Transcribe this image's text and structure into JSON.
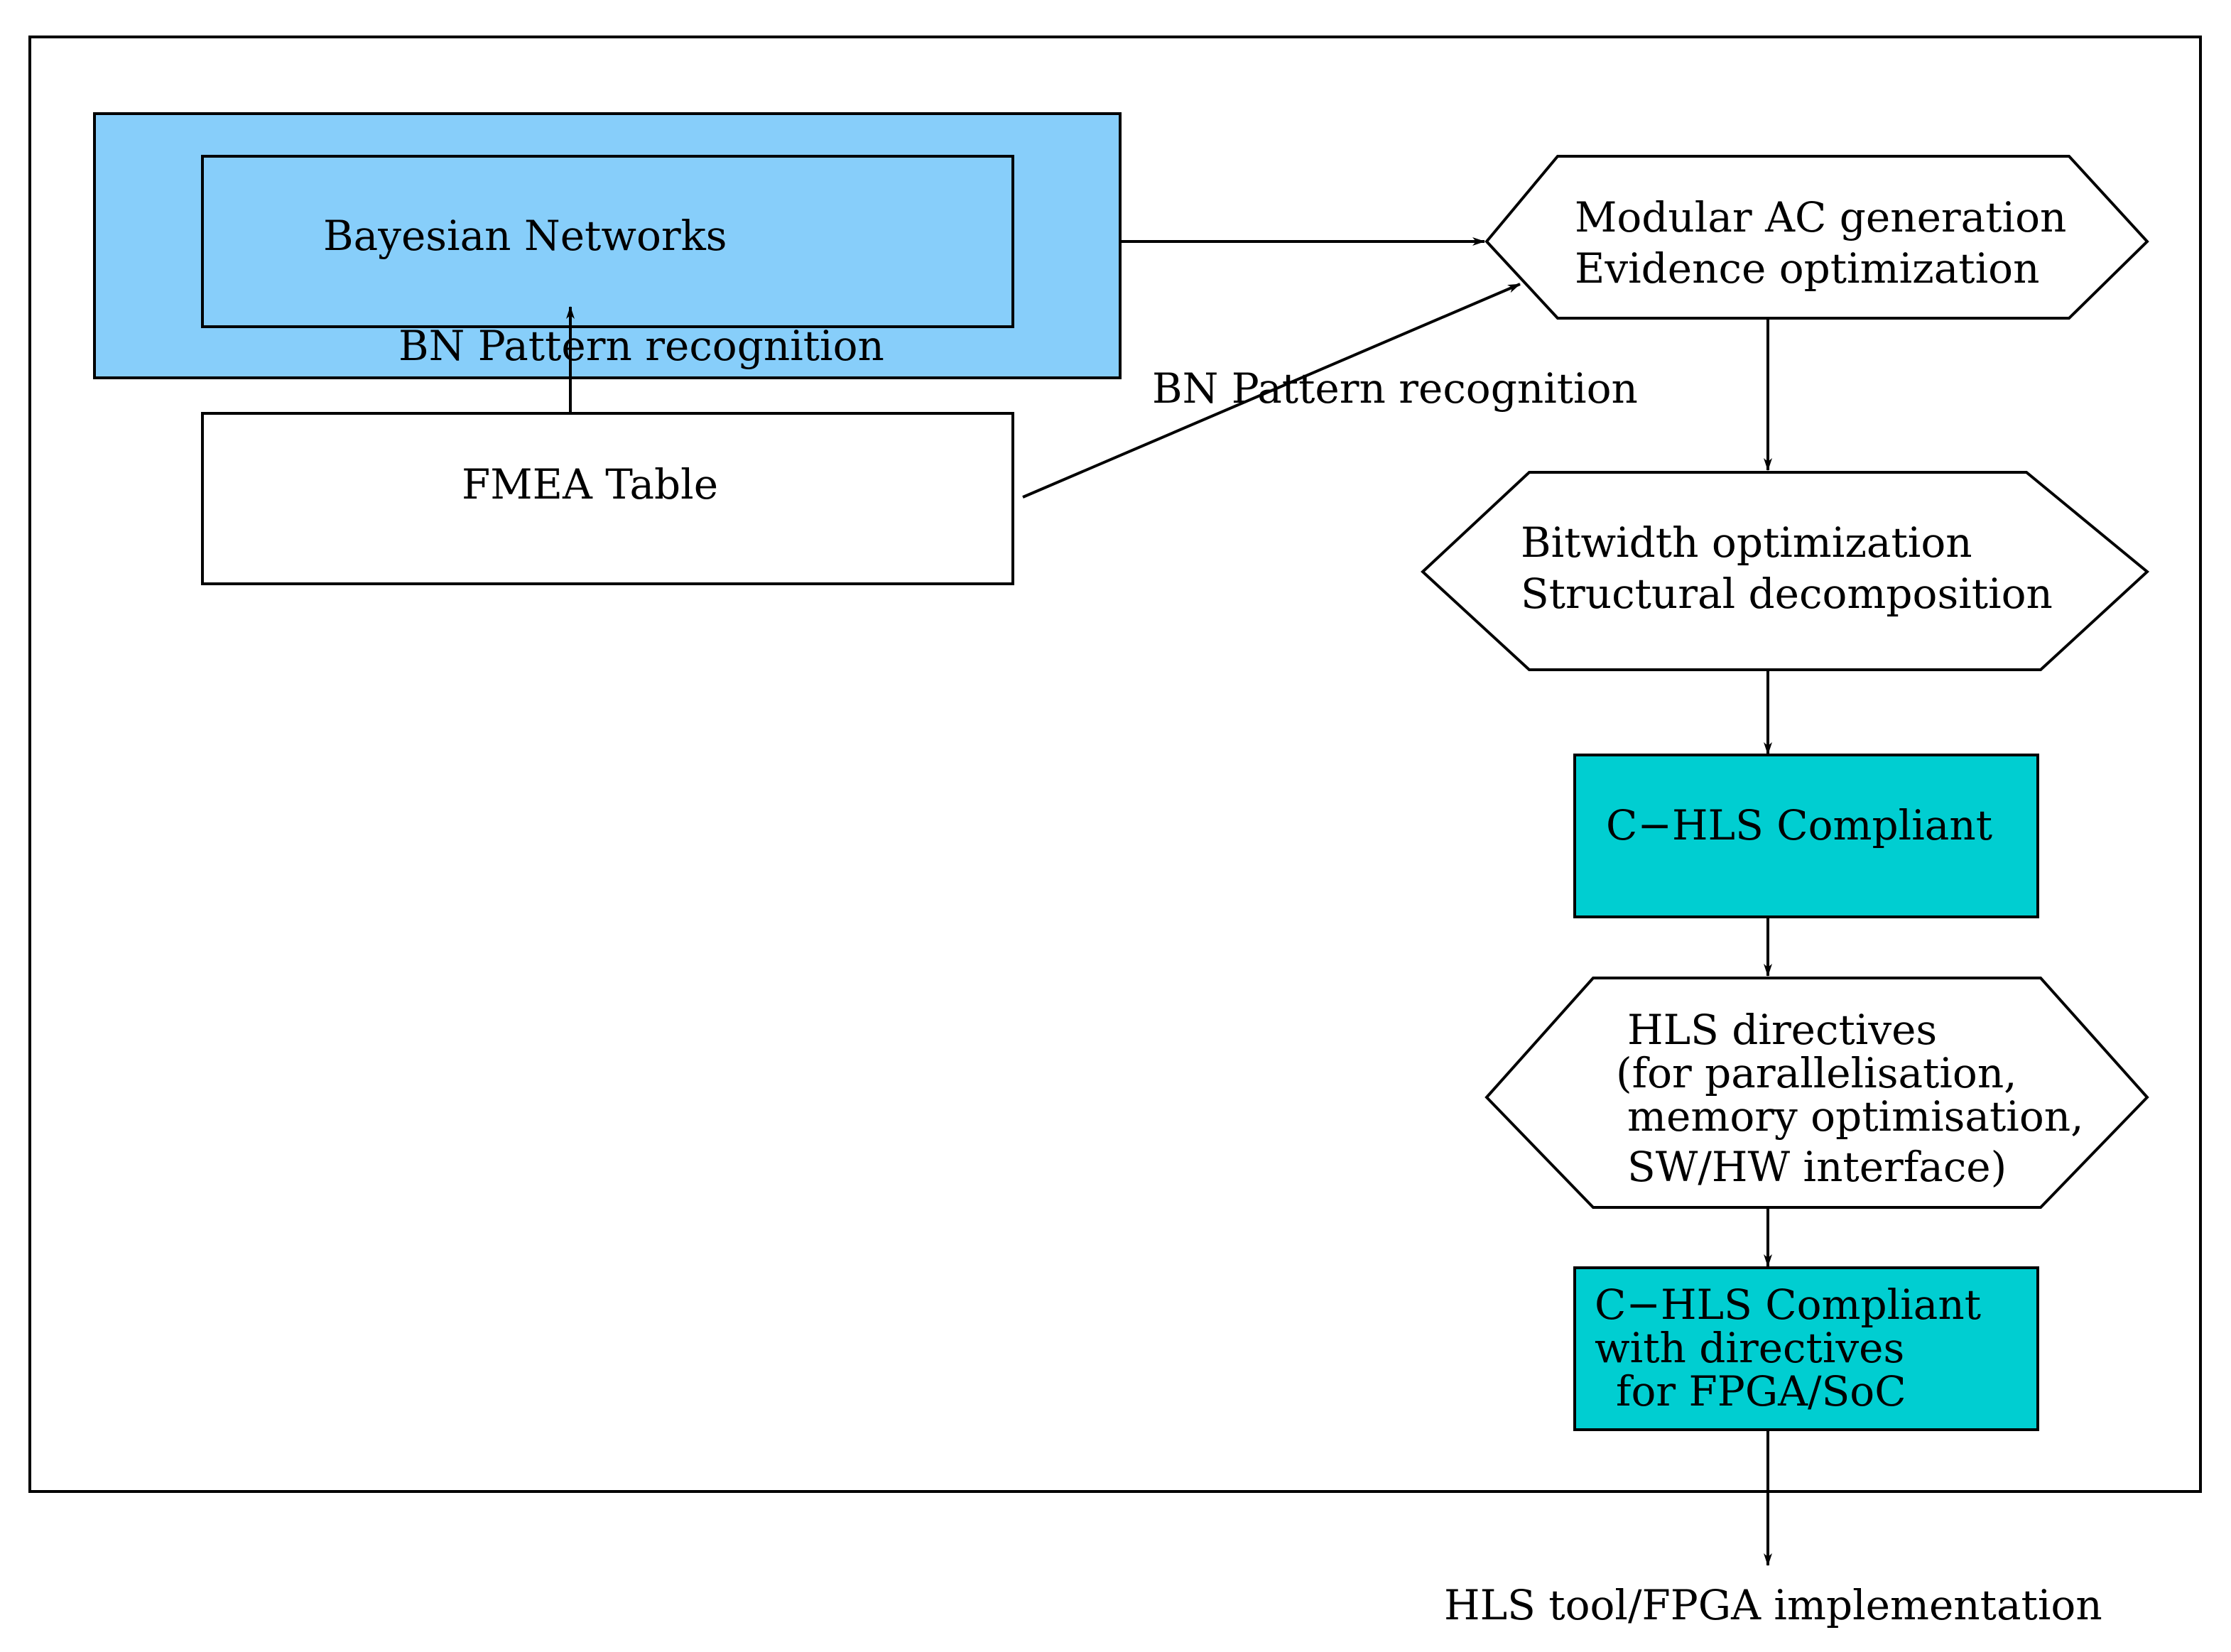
{
  "colors": {
    "bn_outer_fill": "#87CEFA",
    "bn_inner_fill": "#87CEFA",
    "chls_fill": "#00CED1",
    "stroke": "#000000",
    "background": "#FFFFFF"
  },
  "nodes": {
    "bayesian_networks": "Bayesian Networks",
    "bn_pattern_recognition_inner": "BN Pattern recognition",
    "fmea_table": "FMEA Table",
    "modular_ac": {
      "line1": "Modular AC generation",
      "line2": "Evidence optimization"
    },
    "bitwidth": {
      "line1": "Bitwidth optimization",
      "line2": "Structural decomposition"
    },
    "chls_compliant": "C−HLS Compliant",
    "hls_directives": {
      "line1": "HLS directives",
      "line2": "(for parallelisation,",
      "line3": "memory optimisation,",
      "line4": "SW/HW interface)"
    },
    "chls_with_directives": {
      "line1": "C−HLS Compliant",
      "line2": "with directives",
      "line3": "for FPGA/SoC"
    }
  },
  "edge_labels": {
    "fmea_to_modular": "BN Pattern recognition"
  },
  "output_label": "HLS tool/FPGA implementation"
}
